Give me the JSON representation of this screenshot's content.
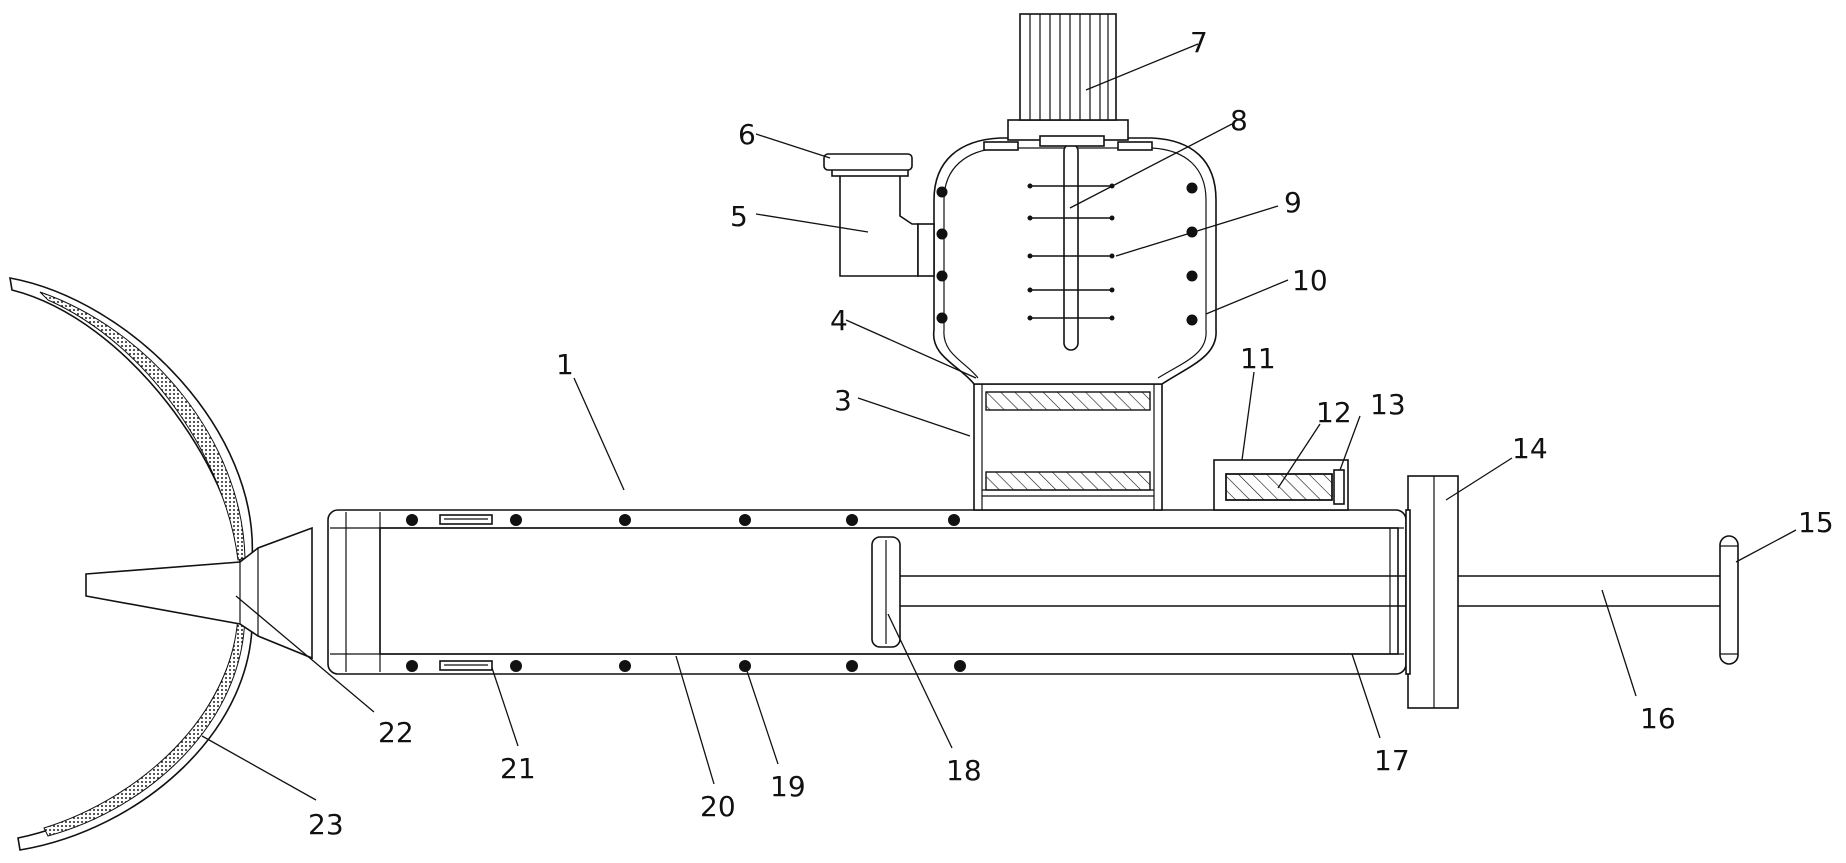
{
  "colors": {
    "line": "#111111",
    "background": "#ffffff",
    "hatch": "#111111"
  },
  "callouts": [
    {
      "id": "1",
      "text": "1"
    },
    {
      "id": "3",
      "text": "3"
    },
    {
      "id": "4",
      "text": "4"
    },
    {
      "id": "5",
      "text": "5"
    },
    {
      "id": "6",
      "text": "6"
    },
    {
      "id": "7",
      "text": "7"
    },
    {
      "id": "8",
      "text": "8"
    },
    {
      "id": "9",
      "text": "9"
    },
    {
      "id": "10",
      "text": "10"
    },
    {
      "id": "11",
      "text": "11"
    },
    {
      "id": "12",
      "text": "12"
    },
    {
      "id": "13",
      "text": "13"
    },
    {
      "id": "14",
      "text": "14"
    },
    {
      "id": "15",
      "text": "15"
    },
    {
      "id": "16",
      "text": "16"
    },
    {
      "id": "17",
      "text": "17"
    },
    {
      "id": "18",
      "text": "18"
    },
    {
      "id": "19",
      "text": "19"
    },
    {
      "id": "20",
      "text": "20"
    },
    {
      "id": "21",
      "text": "21"
    },
    {
      "id": "22",
      "text": "22"
    },
    {
      "id": "23",
      "text": "23"
    }
  ]
}
